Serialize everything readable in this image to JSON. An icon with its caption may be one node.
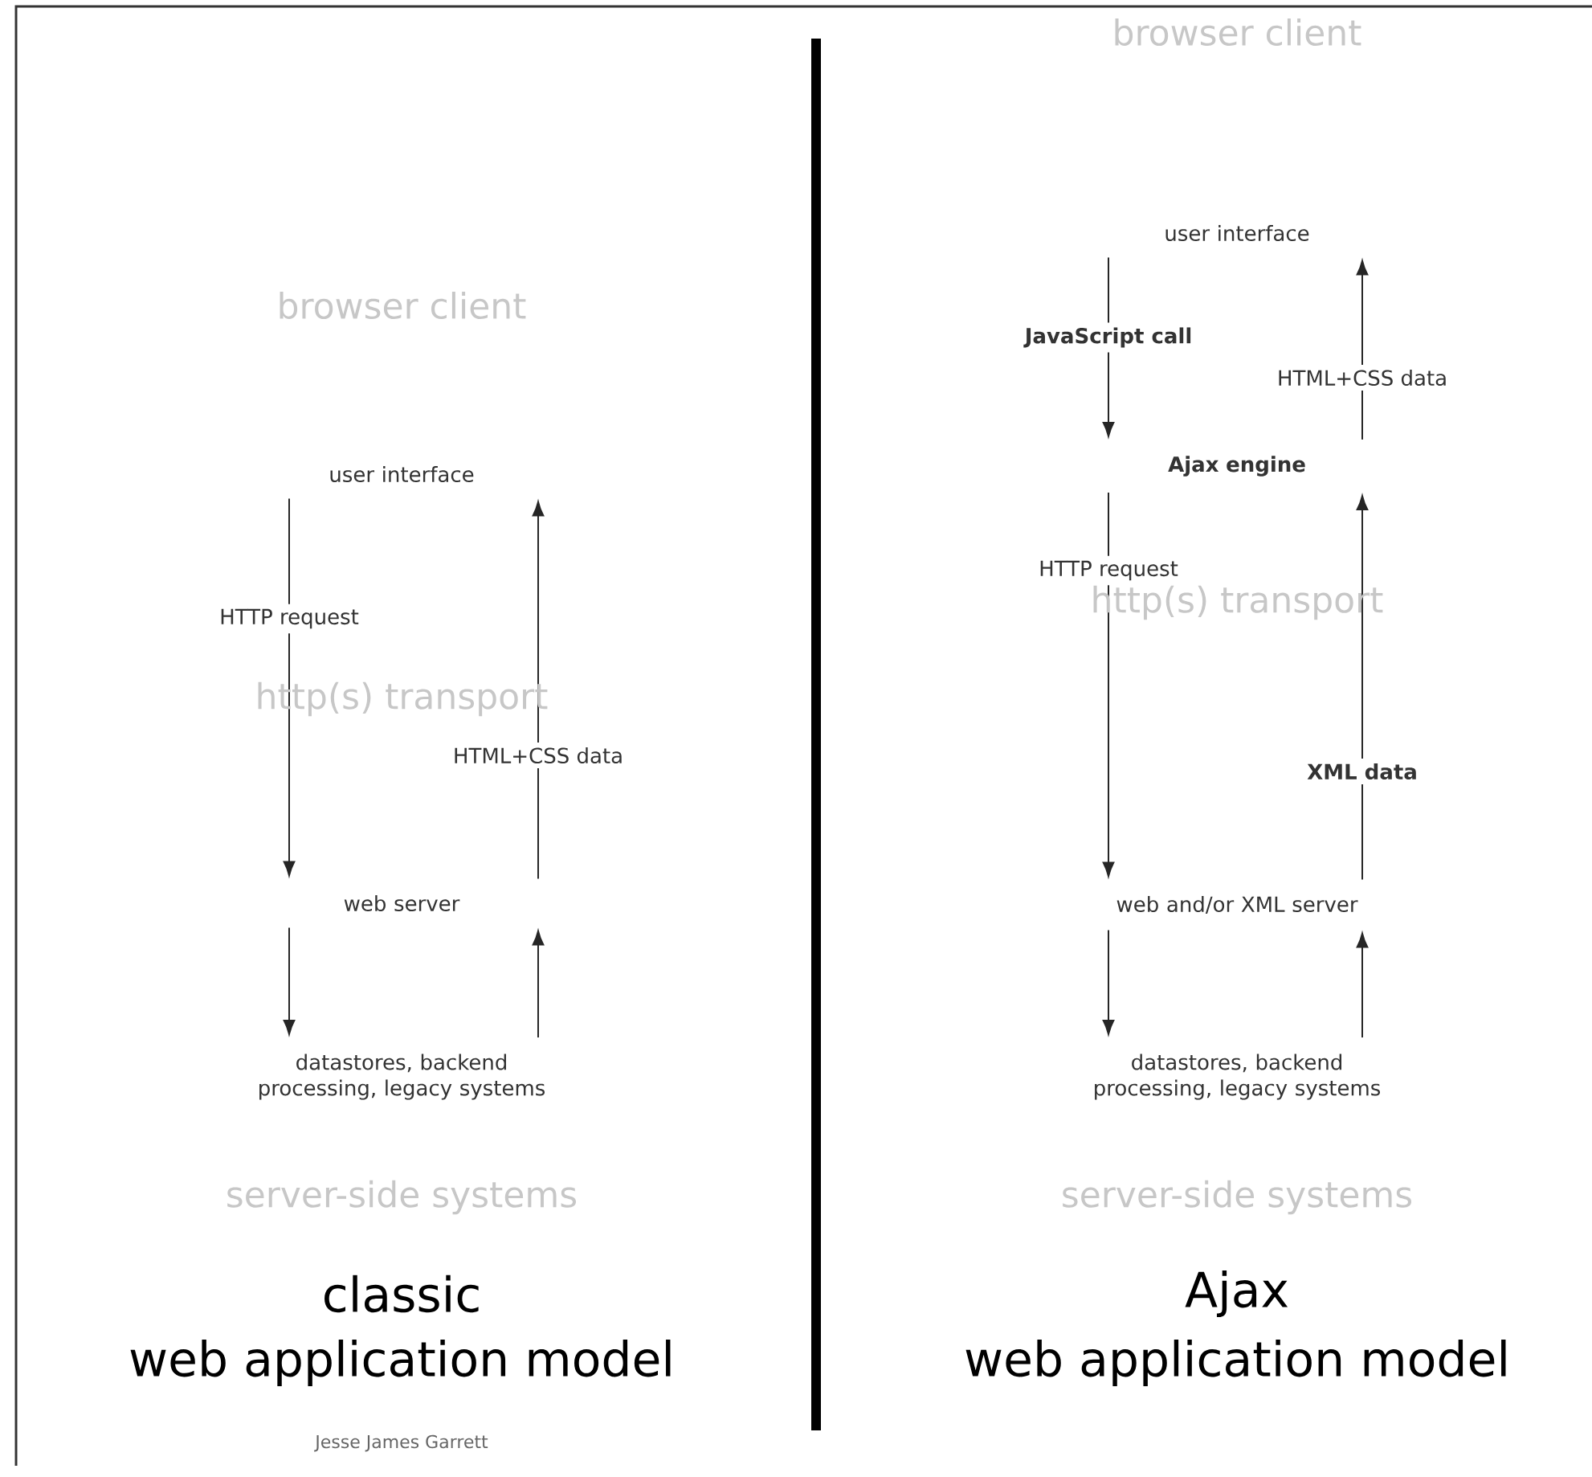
{
  "diagram": {
    "nodes": [
      {
        "text": [
          "user interface"
        ]
      },
      {
        "text": [
          "web server"
        ]
      },
      {
        "text": [
          "datastores, backend processing, legacy systems"
        ]
      },
      {
        "text": [
          "user interface"
        ]
      },
      {
        "text": [
          "Ajax engine"
        ]
      },
      {
        "text": [
          "web and/or XML server"
        ]
      },
      {
        "text": [
          "datastores, backend processing, legacy systems"
        ]
      }
    ],
    "edges": [
      {
        "from": 0,
        "to": 1,
        "arrow": "to",
        "label": "HTTP request"
      },
      {
        "from": 1,
        "to": 0,
        "arrow": "to",
        "label": "HTML+CSS data"
      },
      {
        "from": 1,
        "to": 2,
        "arrow": "to"
      },
      {
        "from": 2,
        "to": 1,
        "arrow": "to"
      },
      {
        "from": 3,
        "to": 4,
        "arrow": "to",
        "label": "JavaScript call"
      },
      {
        "from": 4,
        "to": 3,
        "arrow": "to",
        "label": "HTML+CSS data"
      },
      {
        "from": 4,
        "to": 5,
        "arrow": "to",
        "label": "HTTP request"
      },
      {
        "from": 5,
        "to": 4,
        "arrow": "to",
        "label": "XML data"
      },
      {
        "from": 5,
        "to": 6,
        "arrow": "to"
      },
      {
        "from": 6,
        "to": 5,
        "arrow": "to"
      }
    ],
    "labels": [
      "browser client",
      "http(s) transport",
      "server-side systems",
      "classic",
      "web application model",
      "Jesse James Garrett",
      "browser client",
      "http(s) transport",
      "server-side systems",
      "Ajax",
      "web application model"
    ]
  }
}
